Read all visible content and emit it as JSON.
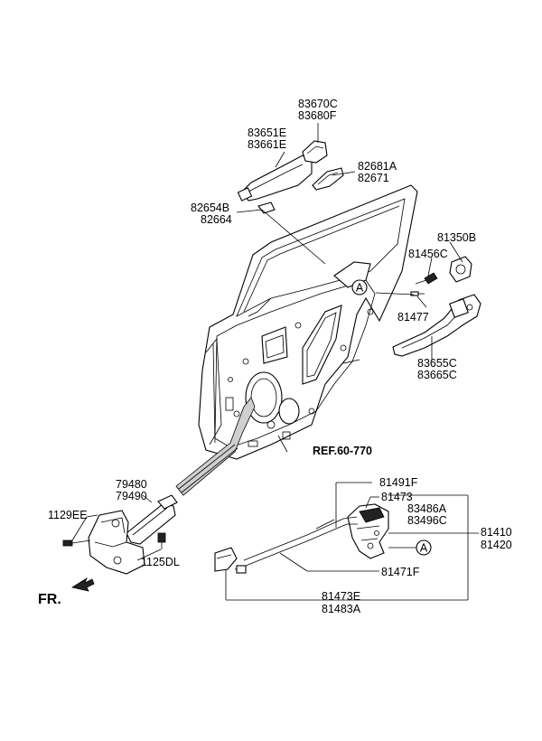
{
  "labels": {
    "p83670C": "83670C",
    "p83680F": "83680F",
    "p83651E": "83651E",
    "p83661E": "83661E",
    "p82681A": "82681A",
    "p82671": "82671",
    "p82654B": "82654B",
    "p82664": "82664",
    "p81350B": "81350B",
    "p81456C": "81456C",
    "callout_a_top": "A",
    "p81477": "81477",
    "p83655C": "83655C",
    "p83665C": "83665C",
    "ref": "REF.60-770",
    "p79480": "79480",
    "p79490": "79490",
    "p1129EE": "1129EE",
    "p1125DL": "1125DL",
    "fr": "FR.",
    "p81491F": "81491F",
    "p81473": "81473",
    "p83486A": "83486A",
    "p83496C": "83496C",
    "p81410": "81410",
    "p81420": "81420",
    "callout_a_bottom": "A",
    "p81471F": "81471F",
    "p81473E": "81473E",
    "p81483A": "81483A"
  }
}
